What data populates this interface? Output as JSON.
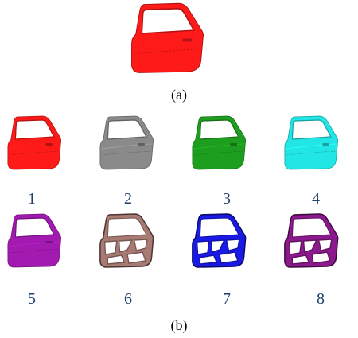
{
  "figure": {
    "caption_a": "(a)",
    "caption_b": "(b)",
    "panels": [
      {
        "label": "1",
        "color": "#ff1a1a",
        "style": "solid"
      },
      {
        "label": "2",
        "color": "#8a8a8a",
        "style": "solid"
      },
      {
        "label": "3",
        "color": "#1e9e1e",
        "style": "solid"
      },
      {
        "label": "4",
        "color": "#22e6e6",
        "style": "solid"
      },
      {
        "label": "5",
        "color": "#a21ab0",
        "style": "solid"
      },
      {
        "label": "6",
        "color": "#a87a74",
        "style": "frame"
      },
      {
        "label": "7",
        "color": "#1a1ae6",
        "style": "frame"
      },
      {
        "label": "8",
        "color": "#8c1a8c",
        "style": "frame"
      }
    ],
    "main_door": {
      "color": "#ff1a1a",
      "style": "solid"
    }
  }
}
